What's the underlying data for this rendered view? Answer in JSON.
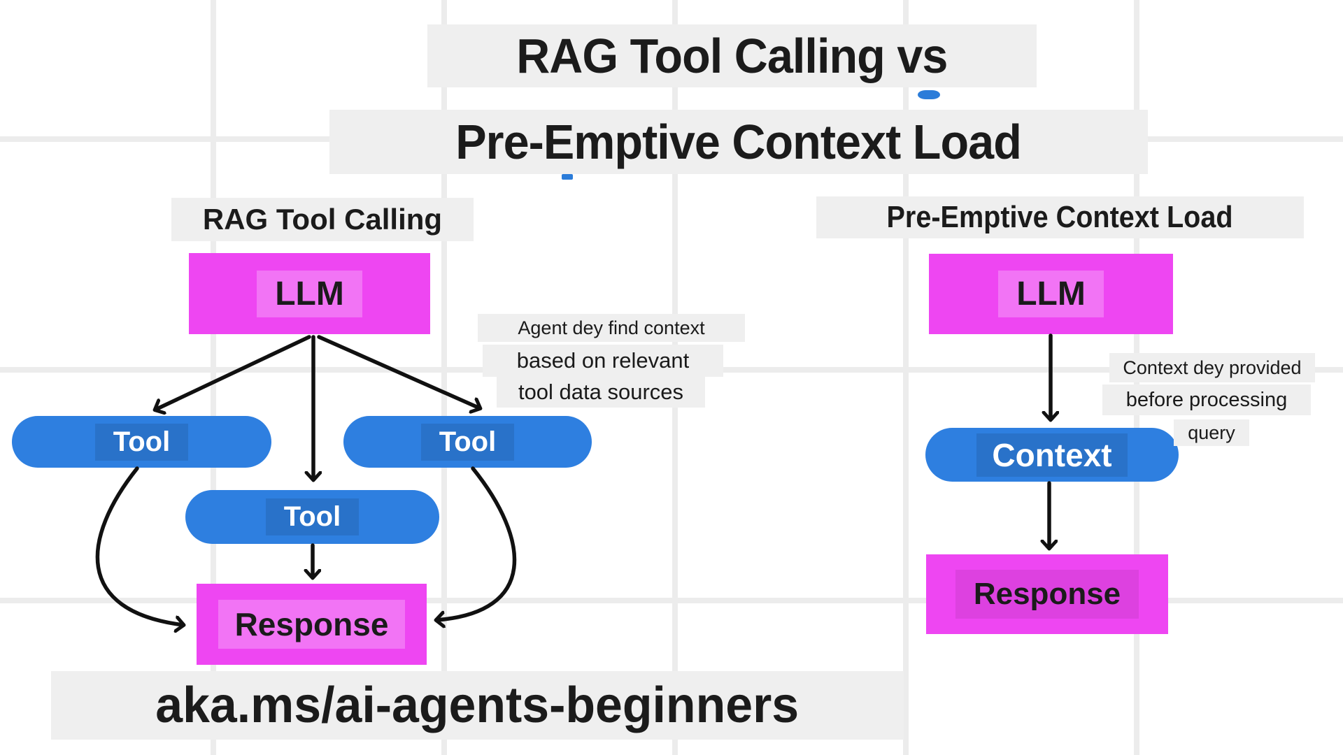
{
  "title": {
    "line1": "RAG Tool Calling vs",
    "line2": "Pre-Emptive Context Load"
  },
  "left_panel": {
    "label": "RAG Tool Calling",
    "llm": "LLM",
    "tools": [
      "Tool",
      "Tool",
      "Tool"
    ],
    "response": "Response",
    "annotation": {
      "line1": "Agent dey find context",
      "line2": "based on relevant",
      "line3": "tool data sources"
    }
  },
  "right_panel": {
    "label": "Pre-Emptive Context Load",
    "llm": "LLM",
    "context": "Context",
    "response": "Response",
    "annotation": {
      "line1": "Context dey provided",
      "line2": "before processing",
      "line3": "query"
    }
  },
  "footer": {
    "link": "aka.ms/ai-agents-beginners"
  },
  "colors": {
    "shape_magenta": "#ee46f2",
    "shape_blue": "#2e7fe0",
    "text_highlight": "#efefef",
    "grid_line": "#ececec",
    "arrow": "#111111",
    "remote_cursor": "#2b7cd9"
  }
}
